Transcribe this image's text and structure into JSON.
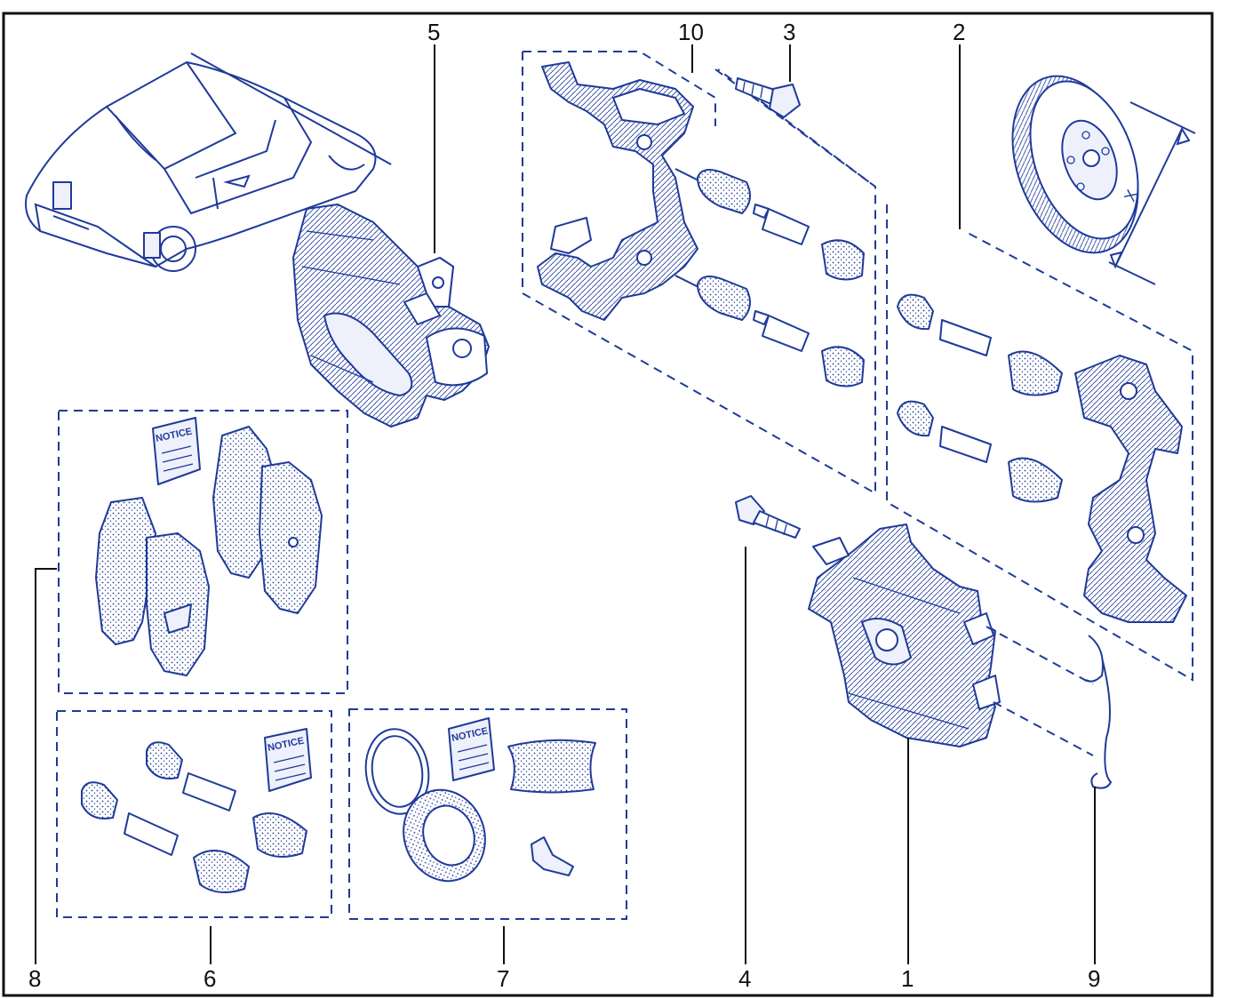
{
  "diagram": {
    "callouts": [
      "1",
      "2",
      "3",
      "4",
      "5",
      "6",
      "7",
      "8",
      "9",
      "10"
    ],
    "notice_label": "NOTICE",
    "dimension_label": "X"
  },
  "colors": {
    "line_art": "#1f3a9a",
    "frame": "#111111",
    "background": "#ffffff"
  }
}
